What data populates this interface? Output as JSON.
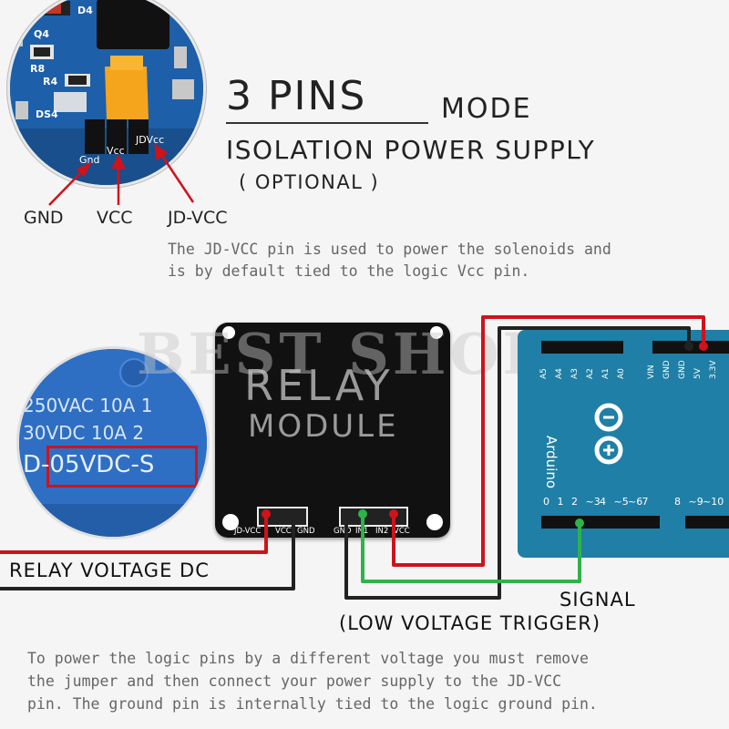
{
  "watermark": "BEST SHOPIN",
  "header": {
    "title": "3 PINS",
    "title_suffix": "MODE",
    "subtitle": "ISOLATION POWER SUPPLY",
    "optional": "( OPTIONAL )"
  },
  "jumper_callout": {
    "pin_labels": [
      "GND",
      "VCC",
      "JD-VCC"
    ],
    "board_silk": [
      "Gnd",
      "Vcc",
      "JDVcc"
    ],
    "components": [
      "D4",
      "Q4",
      "R8",
      "R4",
      "DS4"
    ]
  },
  "description_top": [
    "The JD-VCC pin is used to power the solenoids and",
    "is by default tied to the logic Vcc pin."
  ],
  "relay_callout": {
    "lines": [
      "250VAC 10A 1",
      "30VDC 10A 2",
      "D-05VDC-S"
    ]
  },
  "relay_module": {
    "title_line1": "RELAY",
    "title_line2": "MODULE",
    "left_header_pins": [
      "JD-VCC",
      "VCC",
      "GND"
    ],
    "right_header_pins": [
      "GND",
      "IN1",
      "IN2",
      "VCC"
    ]
  },
  "arduino": {
    "logo_text": "Arduino",
    "top_pins": [
      "A5",
      "A4",
      "A3",
      "A2",
      "A1",
      "A0",
      "VIN",
      "GND",
      "GND",
      "5V",
      "3.3V"
    ],
    "bottom_pins": [
      "0",
      "1",
      "2",
      "~3",
      "4",
      "~5",
      "~6",
      "7",
      "8",
      "~9",
      "~10"
    ]
  },
  "labels": {
    "relay_voltage": "RELAY VOLTAGE DC",
    "signal": "SIGNAL",
    "trigger": "(LOW VOLTAGE TRIGGER)"
  },
  "description_bottom": [
    "To power the logic pins by a different voltage you must remove",
    "the jumper and then connect your power supply to the JD-VCC",
    "pin. The ground pin is internally tied to the logic ground pin."
  ],
  "colors": {
    "wire_red": "#d0121b",
    "wire_green": "#2db34a",
    "wire_black": "#222222",
    "arduino_blue": "#1f7fa6",
    "relay_blue": "#2e6fc4",
    "pcb_blue": "#1d5fa8",
    "jumper_yellow": "#f4a51c"
  }
}
